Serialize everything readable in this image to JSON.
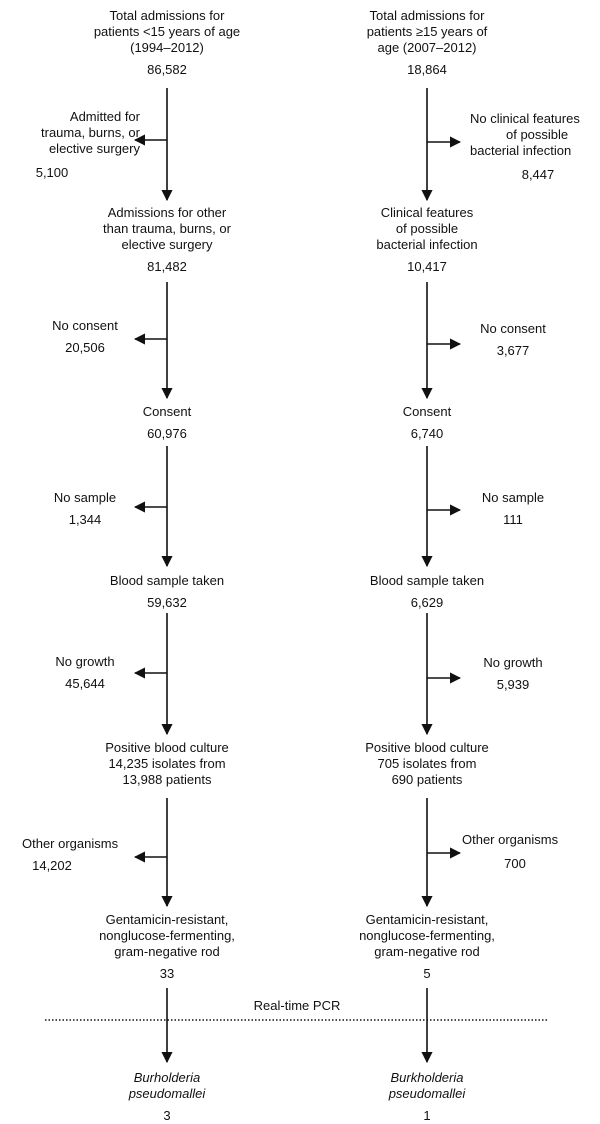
{
  "left": {
    "header": {
      "lines": [
        "Total admissions for",
        "patients <15 years of age",
        "(1994–2012)"
      ],
      "value": "86,582"
    },
    "excl_trauma": {
      "lines": [
        "Admitted for",
        "trauma, burns, or",
        "elective surgery"
      ],
      "value": "5,100"
    },
    "after_trauma": {
      "lines": [
        "Admissions for other",
        "than trauma, burns, or",
        "elective surgery"
      ],
      "value": "81,482"
    },
    "no_consent": {
      "label": "No consent",
      "value": "20,506"
    },
    "consent": {
      "label": "Consent",
      "value": "60,976"
    },
    "no_sample": {
      "label": "No sample",
      "value": "1,344"
    },
    "blood_sample": {
      "label": "Blood sample taken",
      "value": "59,632"
    },
    "no_growth": {
      "label": "No growth",
      "value": "45,644"
    },
    "positive": {
      "lines": [
        "Positive blood culture",
        "14,235 isolates from",
        "13,988 patients"
      ]
    },
    "other": {
      "label": "Other organisms",
      "value": "14,202"
    },
    "gram": {
      "lines": [
        "Gentamicin-resistant,",
        "nonglucose-fermenting,",
        "gram-negative rod"
      ],
      "value": "33"
    },
    "bp": {
      "lines": [
        "Burholderia",
        "pseudomallei"
      ],
      "value": "3"
    }
  },
  "right": {
    "header": {
      "lines": [
        "Total admissions for",
        "patients ≥15 years of",
        "age (2007–2012)"
      ],
      "value": "18,864"
    },
    "no_clinical": {
      "lines": [
        "No clinical features",
        "of possible",
        "bacterial infection"
      ],
      "value": "8,447"
    },
    "clinical": {
      "lines": [
        "Clinical features",
        "of possible",
        "bacterial infection"
      ],
      "value": "10,417"
    },
    "no_consent": {
      "label": "No consent",
      "value": "3,677"
    },
    "consent": {
      "label": "Consent",
      "value": "6,740"
    },
    "no_sample": {
      "label": "No sample",
      "value": "111"
    },
    "blood_sample": {
      "label": "Blood sample taken",
      "value": "6,629"
    },
    "no_growth": {
      "label": "No growth",
      "value": "5,939"
    },
    "positive": {
      "lines": [
        "Positive blood culture",
        "705 isolates from",
        "690 patients"
      ]
    },
    "other": {
      "label": "Other organisms",
      "value": "700"
    },
    "gram": {
      "lines": [
        "Gentamicin-resistant,",
        "nonglucose-fermenting,",
        "gram-negative rod"
      ],
      "value": "5"
    },
    "bp": {
      "lines": [
        "Burkholderia",
        "pseudomallei"
      ],
      "value": "1"
    }
  },
  "pcr_label": "Real-time PCR"
}
